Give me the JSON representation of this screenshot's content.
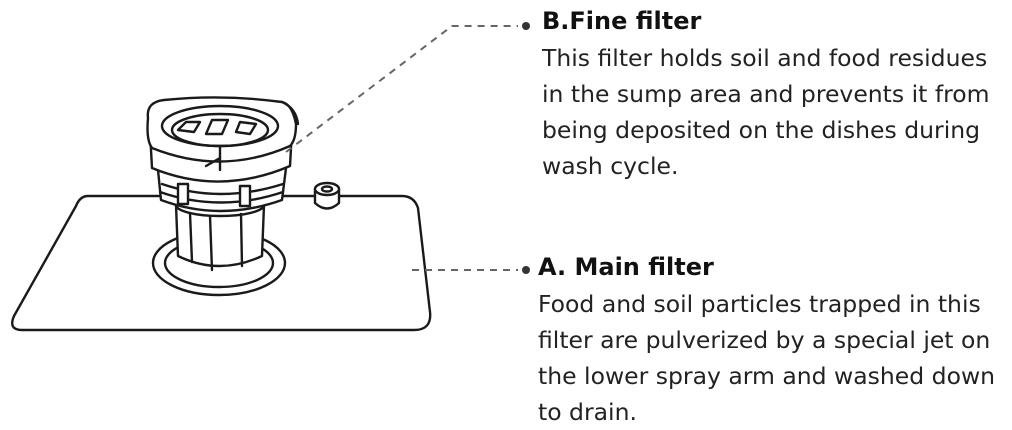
{
  "callouts": {
    "fine_filter": {
      "title": "B.Fine filter",
      "description": "This filter holds soil and food residues in the sump area and prevents it from being deposited on the dishes during wash cycle."
    },
    "main_filter": {
      "title": "A. Main filter",
      "description": "Food and soil particles trapped in this filter are pulverized by a special jet on the lower spray arm and washed down to drain."
    }
  },
  "colors": {
    "outline": "#1a1a1a",
    "leader_line": "#666666",
    "background": "#ffffff"
  }
}
